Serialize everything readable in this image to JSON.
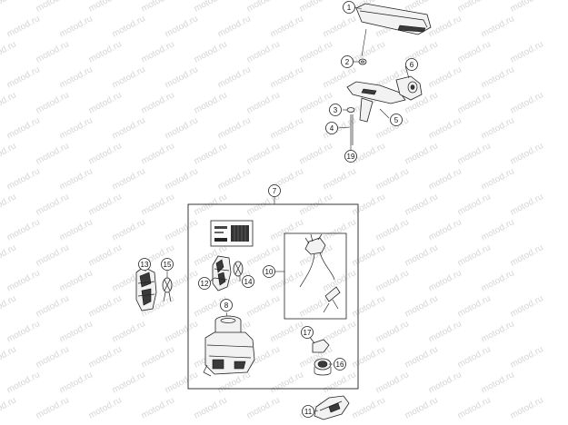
{
  "watermark": {
    "text": "motod.ru"
  },
  "callouts": [
    {
      "id": "c1",
      "label": "1"
    },
    {
      "id": "c2",
      "label": "2"
    },
    {
      "id": "c3",
      "label": "3"
    },
    {
      "id": "c4",
      "label": "4"
    },
    {
      "id": "c5",
      "label": "5"
    },
    {
      "id": "c6",
      "label": "6"
    },
    {
      "id": "c7",
      "label": "7"
    },
    {
      "id": "c8",
      "label": "8"
    },
    {
      "id": "c10",
      "label": "10"
    },
    {
      "id": "c11",
      "label": "11"
    },
    {
      "id": "c12",
      "label": "12"
    },
    {
      "id": "c13",
      "label": "13"
    },
    {
      "id": "c14",
      "label": "14"
    },
    {
      "id": "c15",
      "label": "15"
    },
    {
      "id": "c16",
      "label": "16"
    },
    {
      "id": "c17",
      "label": "17"
    },
    {
      "id": "c19",
      "label": "19"
    }
  ]
}
